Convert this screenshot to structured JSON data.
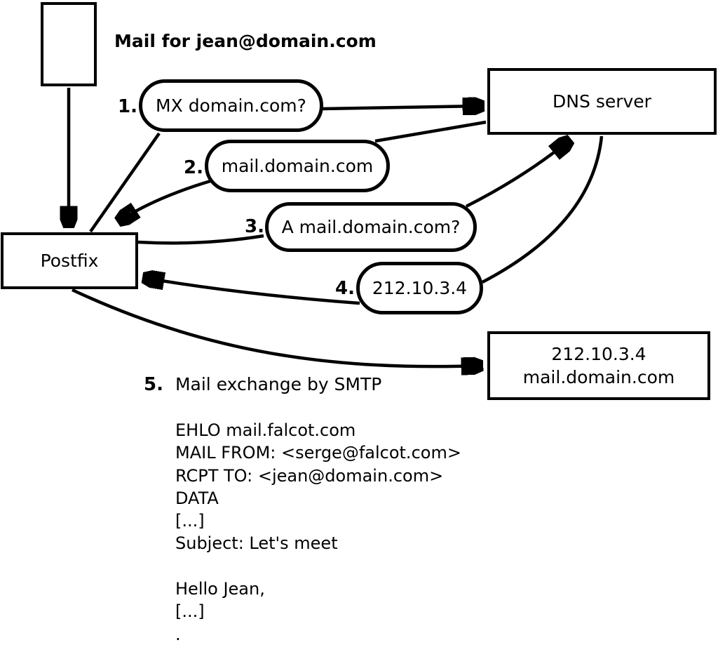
{
  "title": "Mail for jean@domain.com",
  "nodes": {
    "sender_label": "",
    "postfix": "Postfix",
    "dns_server": "DNS server",
    "mail_server_line1": "212.10.3.4",
    "mail_server_line2": "mail.domain.com"
  },
  "steps": [
    {
      "number": "1.",
      "label": "MX domain.com?"
    },
    {
      "number": "2.",
      "label": "mail.domain.com"
    },
    {
      "number": "3.",
      "label": "A mail.domain.com?"
    },
    {
      "number": "4.",
      "label": "212.10.3.4"
    },
    {
      "number": "5.",
      "label": "Mail exchange by SMTP"
    }
  ],
  "smtp_session": {
    "lines": [
      "EHLO mail.falcot.com",
      "MAIL FROM: <serge@falcot.com>",
      "RCPT TO: <jean@domain.com>",
      "DATA",
      "[...]",
      "Subject: Let's meet",
      "",
      "Hello Jean,",
      "[...]",
      "."
    ]
  },
  "colors": {
    "line": "#000000",
    "background": "#ffffff"
  }
}
